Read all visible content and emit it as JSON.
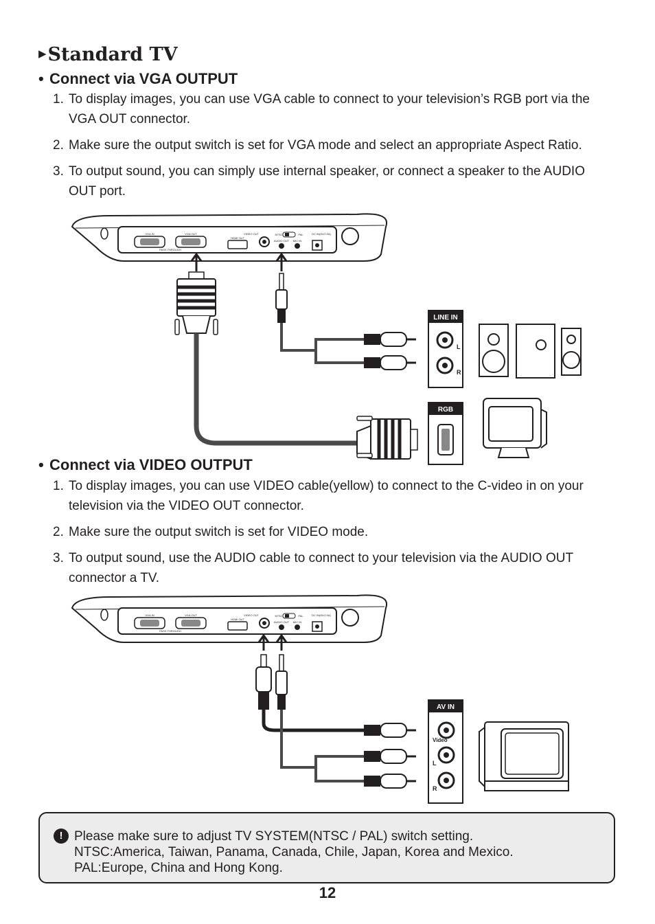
{
  "page": {
    "title": "Standard TV",
    "page_number": "12"
  },
  "vga_section": {
    "title": "Connect via VGA OUTPUT",
    "steps": [
      {
        "num": "1.",
        "text": "To display images, you can use VGA cable to connect to your television’s RGB port via the VGA OUT connector."
      },
      {
        "num": "2.",
        "text": "Make sure the output switch is set for VGA mode and select an appropriate Aspect Ratio."
      },
      {
        "num": "3.",
        "text": "To output sound, you can simply use internal speaker, or connect a speaker to the AUDIO OUT port."
      }
    ],
    "diagram": {
      "device_labels": {
        "vga_in": "VGA IN",
        "vga_out": "VGA OUT",
        "pass_through": "PASS THROUGH",
        "hdmi_out": "HDMI OUT",
        "video_out": "VIDEO OUT",
        "ntsc": "NTSC",
        "pal": "PAL",
        "audio_out": "AUDIO OUT",
        "mic_in": "MIC IN",
        "dc_in": "DC IN(5V/2.0A)"
      },
      "line_in_panel": {
        "title": "LINE IN",
        "left": "L",
        "right": "R"
      },
      "rgb_panel": {
        "title": "RGB"
      }
    }
  },
  "video_section": {
    "title": "Connect via VIDEO OUTPUT",
    "steps": [
      {
        "num": "1.",
        "text": "To display images, you can use VIDEO cable(yellow) to connect to the C-video in on your television via the VIDEO OUT connector."
      },
      {
        "num": "2.",
        "text": "Make sure the output switch is set for VIDEO mode."
      },
      {
        "num": "3.",
        "text": "To output sound, use the AUDIO cable to connect to your television via the AUDIO OUT connector a TV."
      }
    ],
    "diagram": {
      "av_in_panel": {
        "title": "AV IN",
        "video": "Video",
        "left": "L",
        "right": "R"
      }
    }
  },
  "note": {
    "icon": "exclamation-icon",
    "lines": [
      "Please make sure to adjust TV SYSTEM(NTSC / PAL) switch setting.",
      "NTSC:America, Taiwan, Panama, Canada, Chile, Japan, Korea and Mexico.",
      "PAL:Europe, China and Hong Kong."
    ]
  }
}
